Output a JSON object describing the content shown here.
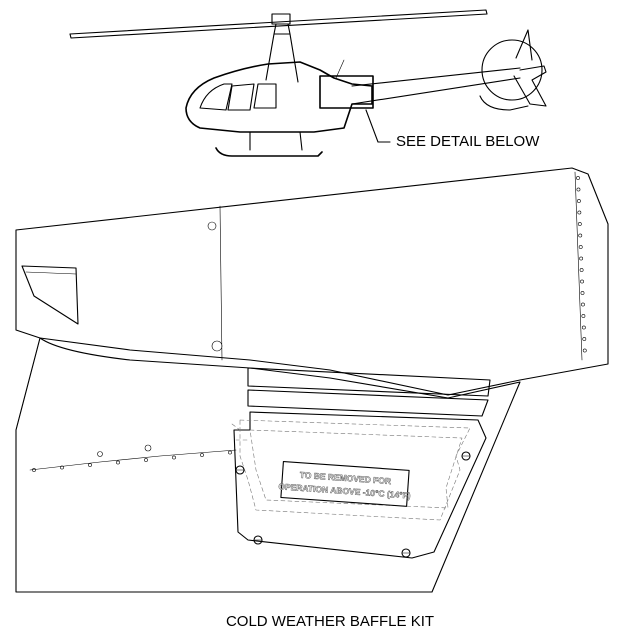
{
  "callout_label": "SEE DETAIL BELOW",
  "placard": {
    "line1": "TO BE REMOVED FOR",
    "line2": "OPERATION ABOVE -10°C (14°F)"
  },
  "caption": "COLD WEATHER BAFFLE KIT"
}
